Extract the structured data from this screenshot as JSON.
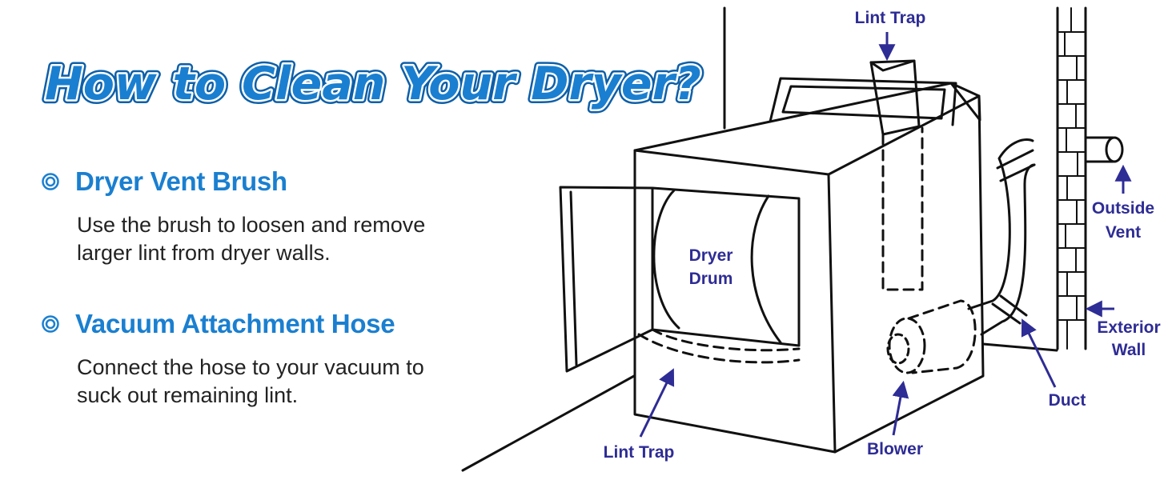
{
  "title": "How to Clean Your Dryer?",
  "sections": [
    {
      "icon": "ring-bullet-icon",
      "title": "Dryer Vent Brush",
      "body_line1": "Use the brush to loosen and remove",
      "body_line2": "larger lint from dryer walls."
    },
    {
      "icon": "ring-bullet-icon",
      "title": "Vacuum Attachment Hose",
      "body_line1": "Connect the hose to your vacuum to",
      "body_line2": "suck out remaining lint."
    }
  ],
  "labels": {
    "lint_trap_top": "Lint Trap",
    "outside_vent_1": "Outside",
    "outside_vent_2": "Vent",
    "dryer_drum_1": "Dryer",
    "dryer_drum_2": "Drum",
    "exterior_wall_1": "Exterior",
    "exterior_wall_2": "Wall",
    "duct": "Duct",
    "blower": "Blower",
    "lint_trap_bottom": "Lint Trap"
  },
  "colors": {
    "accent": "#1a7fd0",
    "label": "#2e2c95",
    "title_fill": "#1a7fd0",
    "title_stroke": "#ffffff"
  }
}
